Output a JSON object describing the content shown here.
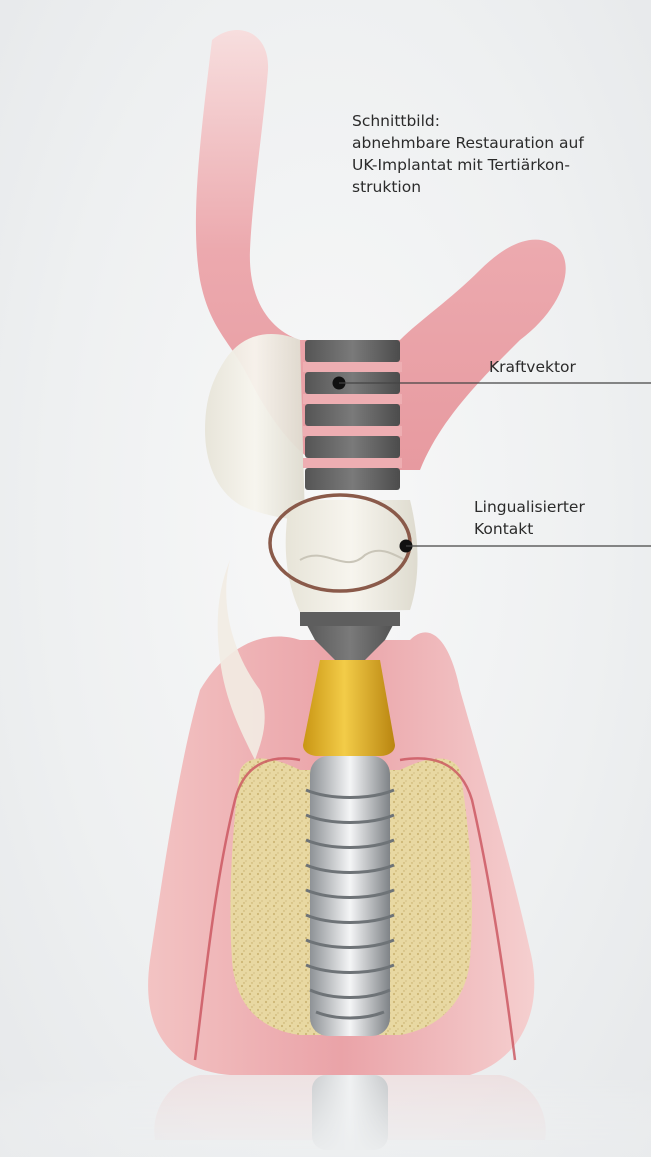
{
  "caption": {
    "lines": [
      "Schnittbild:",
      "abnehmbare Restauration auf",
      "UK-Implantat mit Tertiärkon-",
      "struktion"
    ]
  },
  "callouts": {
    "kraftvektor": "Kraftvektor",
    "lingualisierter_line1": "Lingualisierter",
    "lingualisierter_line2": "Kontakt"
  },
  "colors": {
    "gingiva": "#e9a9ad",
    "tooth": "#f1efe6",
    "metal": "#6b6b6b",
    "gold": "#e2b428",
    "bone": "#e6d49a",
    "contact_ring": "#8a5a4a"
  }
}
